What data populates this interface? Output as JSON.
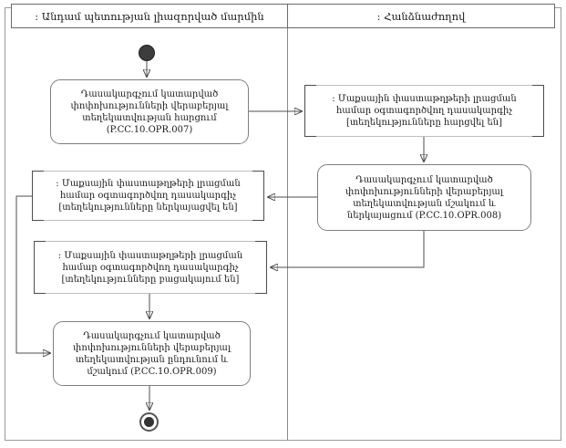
{
  "diagram": {
    "kind": "uml-activity-swimlane",
    "lanes": [
      {
        "id": "member-state-authority",
        "title": ": Անդամ պետության լիազորված մարմին"
      },
      {
        "id": "commission",
        "title": ": Հանձնաժողով"
      }
    ],
    "nodes": {
      "start": {
        "type": "initial-node",
        "lane": "member-state-authority"
      },
      "action1": {
        "type": "action",
        "lane": "member-state-authority",
        "label": "Դասակարգչում կատարված փոփոխությունների վերաբերյալ տեղեկատվության հարցում (P.CC.10.OPR.007)",
        "operation_code": "P.CC.10.OPR.007"
      },
      "object1": {
        "type": "object-node",
        "lane": "commission",
        "label": ": Մաքսային փաստաթղթերի լրացման համար օգտագործվող դասակարգիչ [տեղեկությունները հարցվել են]",
        "state": "տեղեկությունները հարցվել են"
      },
      "action2": {
        "type": "action",
        "lane": "commission",
        "label": "Դասակարգչում կատարված փոփոխությունների վերաբերյալ տեղեկատվության մշակում և ներկայացում (P.CC.10.OPR.008)",
        "operation_code": "P.CC.10.OPR.008"
      },
      "object2": {
        "type": "object-node",
        "lane": "member-state-authority",
        "label": ": Մաքսային փաստաթղթերի լրացման համար օգտագործվող դասակարգիչ [տեղեկությունները ներկայացվել են]",
        "state": "տեղեկությունները ներկայացվել են"
      },
      "object3": {
        "type": "object-node",
        "lane": "member-state-authority",
        "label": ": Մաքսային փաստաթղթերի լրացման համար օգտագործվող դասակարգիչ [տեղեկությունները բացակայում են]",
        "state": "տեղեկությունները բացակայում են"
      },
      "action3": {
        "type": "action",
        "lane": "member-state-authority",
        "label": "Դասակարգչում կատարված փոփոխությունների վերաբերյալ տեղեկատվության ընդունում և մշակում (P.CC.10.OPR.009)",
        "operation_code": "P.CC.10.OPR.009"
      },
      "end": {
        "type": "activity-final-node",
        "lane": "member-state-authority"
      }
    },
    "edges": [
      {
        "from": "start",
        "to": "action1"
      },
      {
        "from": "action1",
        "to": "object1"
      },
      {
        "from": "object1",
        "to": "action2"
      },
      {
        "from": "action2",
        "to": "object2"
      },
      {
        "from": "action2",
        "to": "object3"
      },
      {
        "from": "object2",
        "to": "action3"
      },
      {
        "from": "object3",
        "to": "action3"
      },
      {
        "from": "action3",
        "to": "end"
      }
    ],
    "colors": {
      "background": "#ffffff",
      "frame_border": "#9a9a9a",
      "header_border": "#6b6b6b",
      "action_border": "#7f7f7f",
      "object_border": "#bdbdbd",
      "object_bracket": "#4d4d4d",
      "edge_line": "#4d4d4d",
      "node_fill": "#3d3d3d",
      "text": "#1a1a1a"
    }
  }
}
